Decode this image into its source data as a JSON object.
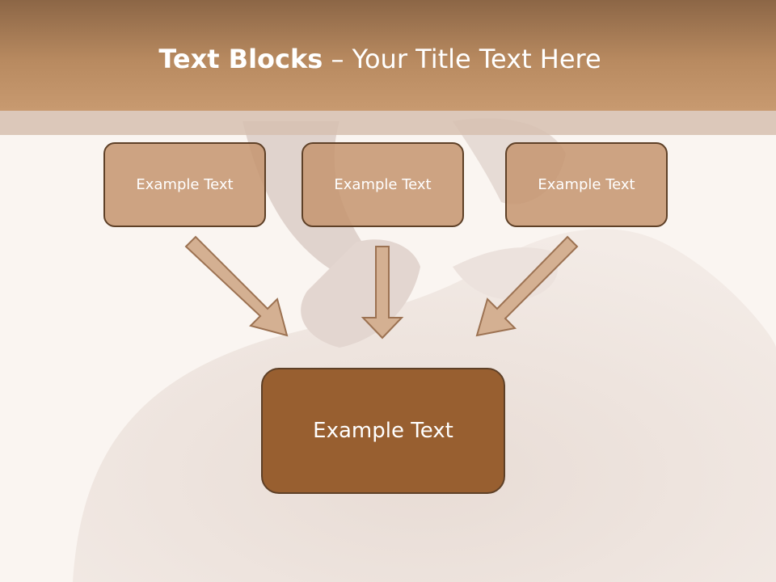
{
  "slide": {
    "title_bold": "Text Blocks",
    "title_rest": " – Your Title Text Here",
    "blocks": [
      {
        "label": "Example Text"
      },
      {
        "label": "Example Text"
      },
      {
        "label": "Example Text"
      }
    ],
    "main_block": {
      "label": "Example Text"
    }
  },
  "colors": {
    "header": "#b88a60",
    "box_fill": "#c4946e",
    "box_border": "#5e4027",
    "main_box_fill": "#985f30",
    "arrow_fill": "#d4b092"
  }
}
